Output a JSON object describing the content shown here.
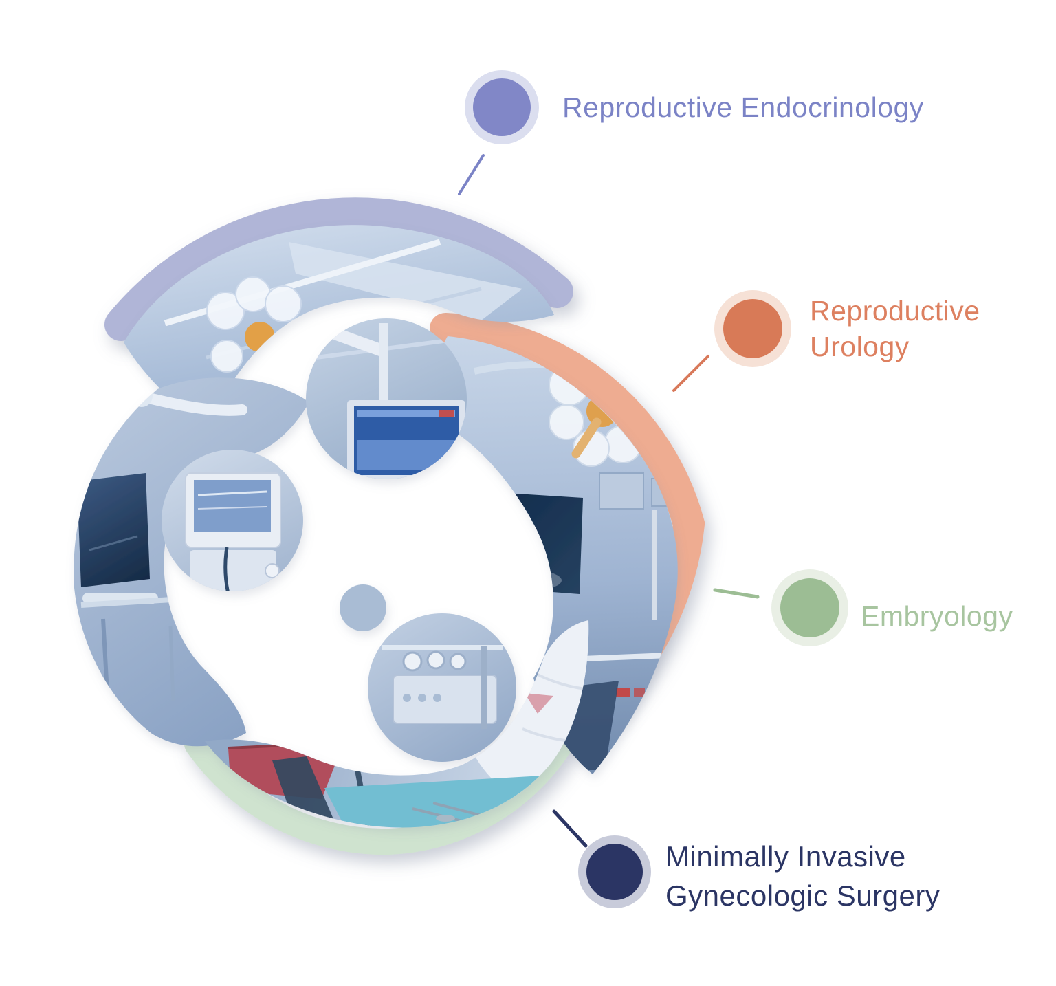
{
  "legend": [
    {
      "line1": "Reproductive Endocrinology",
      "text_color": "#7b83c6",
      "dot_color": "#8187c7",
      "ring_color": "#dbdeef",
      "connector_color": "#7b83c6"
    },
    {
      "line1": "Reproductive",
      "line2": "Urology",
      "text_color": "#dd8060",
      "dot_color": "#d87a57",
      "ring_color": "#f6e1d6",
      "connector_color": "#d8795a"
    },
    {
      "line1": "Embryology",
      "text_color": "#a8c5a0",
      "dot_color": "#9cbd94",
      "ring_color": "#e9efe5",
      "connector_color": "#9cbd94"
    },
    {
      "line1": "Minimally Invasive",
      "line2": "Gynecologic Surgery",
      "text_color": "#2b3564",
      "dot_color": "#2b3564",
      "ring_color": "#c8cbda",
      "connector_color": "#2b3564"
    }
  ],
  "ribbons": {
    "endocrinology": "#b0b5d7",
    "urology": "#eeac91",
    "embryology": "#cfe3cf"
  }
}
